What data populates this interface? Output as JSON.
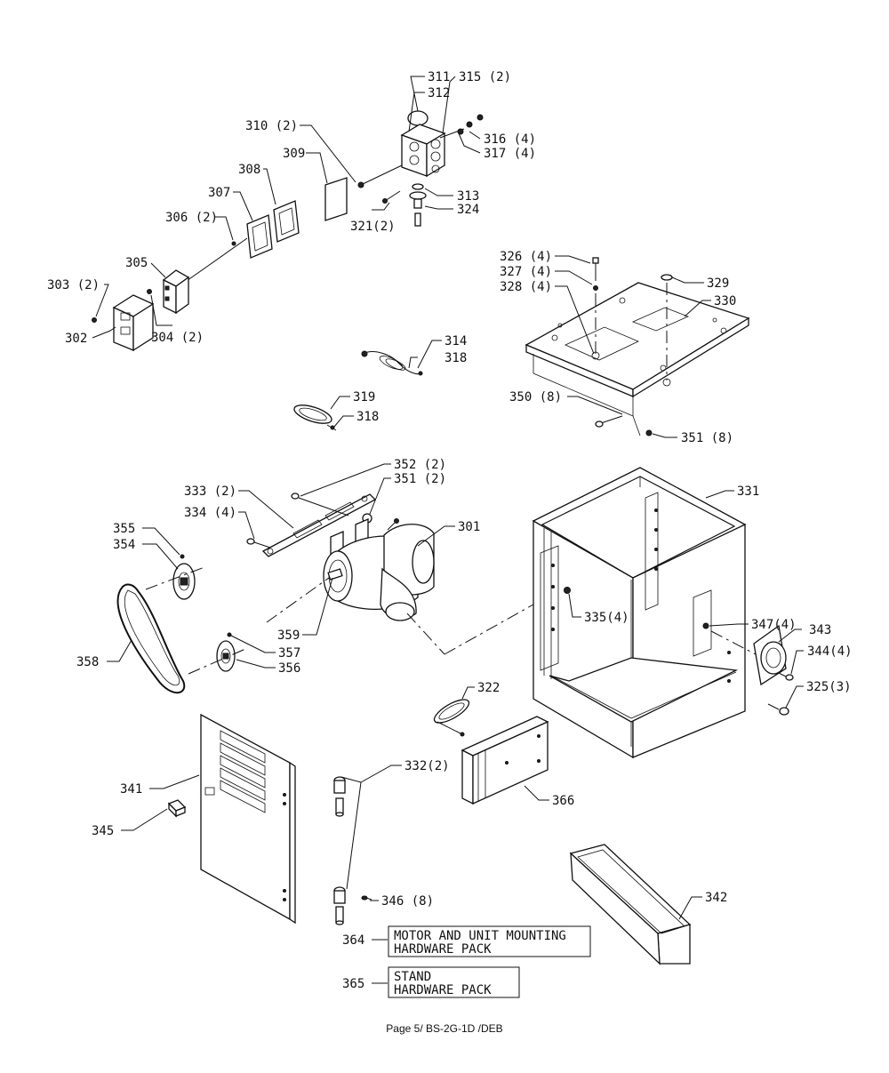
{
  "footer": "Page 5/ BS-2G-1D /DEB",
  "labels": {
    "l311": "311",
    "l312": "312",
    "l315": "315 (2)",
    "l310": "310 (2)",
    "l316": "316 (4)",
    "l317": "317 (4)",
    "l309": "309",
    "l308": "308",
    "l307": "307",
    "l313": "313",
    "l324": "324",
    "l321": "321(2)",
    "l306": "306 (2)",
    "l305": "305",
    "l303": "303 (2)",
    "l304": "304 (2)",
    "l302": "302",
    "l326": "326 (4)",
    "l327": "327 (4)",
    "l328": "328 (4)",
    "l329": "329",
    "l330": "330",
    "l314": "314",
    "l318a": "318",
    "l319": "319",
    "l318b": "318",
    "l350": "350 (8)",
    "l351a": "351 (8)",
    "l352": "352 (2)",
    "l351b": "351 (2)",
    "l333": "333 (2)",
    "l334": "334 (4)",
    "l301": "301",
    "l331": "331",
    "l355": "355",
    "l354": "354",
    "l335": "335(4)",
    "l347": "347(4)",
    "l343": "343",
    "l344": "344(4)",
    "l359": "359",
    "l358": "358",
    "l357": "357",
    "l356": "356",
    "l325": "325(3)",
    "l322": "322",
    "l332": "332(2)",
    "l341": "341",
    "l366": "366",
    "l345": "345",
    "l346": "346 (8)",
    "l342": "342",
    "l364": "364",
    "l365": "365"
  },
  "boxes": {
    "b364_line1": "MOTOR AND UNIT MOUNTING",
    "b364_line2": "HARDWARE PACK",
    "b365_line1": "STAND",
    "b365_line2": "HARDWARE PACK"
  }
}
